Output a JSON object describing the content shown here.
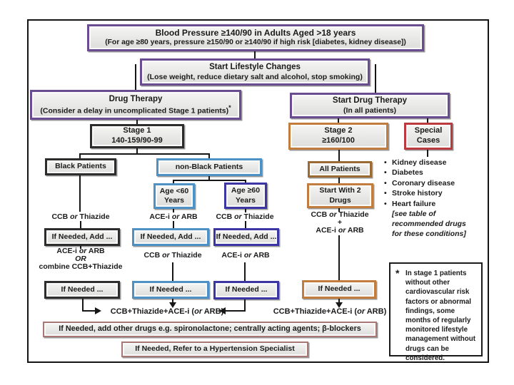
{
  "boxes": {
    "top": {
      "line1": "Blood Pressure ≥140/90 in Adults Aged >18 years",
      "line2": "(For age ≥80 years, pressure ≥150/90 or ≥140/90 if high risk [diabetes, kidney disease])"
    },
    "lifestyle": {
      "line1": "Start Lifestyle Changes",
      "line2": "(Lose weight, reduce dietary salt and alcohol, stop smoking)"
    },
    "drug_therapy": {
      "line1": "Drug Therapy",
      "line2": "(Consider a delay in uncomplicated Stage 1 patients)",
      "sup": "*"
    },
    "start_drug_therapy": {
      "line1": "Start Drug Therapy",
      "line2": "(In all patients)"
    },
    "stage1": {
      "line1": "Stage 1",
      "line2": "140-159/90-99"
    },
    "stage2": {
      "line1": "Stage 2",
      "line2": "≥160/100"
    },
    "special_cases": {
      "line1": "Special",
      "line2": "Cases"
    },
    "black_patients": {
      "label": "Black Patients"
    },
    "non_black_patients": {
      "label": "non-Black Patients"
    },
    "age_lt60": {
      "line1": "Age <60",
      "line2": "Years"
    },
    "age_ge60": {
      "line1": "Age ≥60",
      "line2": "Years"
    },
    "all_patients": {
      "label": "All Patients"
    },
    "start_with_2": {
      "line1": "Start With 2",
      "line2": "Drugs"
    },
    "if_needed_add": {
      "label": "If Needed, Add ..."
    },
    "if_needed": {
      "label": "If Needed ..."
    },
    "add_other_drugs": {
      "label": "If Needed, add other drugs e.g. spironolactone; centrally acting agents; β-blockers"
    },
    "refer_specialist": {
      "label": "If Needed, Refer to a Hypertension Specialist"
    }
  },
  "drugs": {
    "ccb": {
      "pre": "CCB ",
      "it": "or",
      "post": " Thiazide"
    },
    "ace": {
      "pre": "ACE-i ",
      "it": "or",
      "post": " ARB"
    },
    "or_word": "OR",
    "combine": "combine CCB+Thiazide",
    "plus": "+",
    "triple": {
      "pre": "CCB+Thiazide+ACE-i (",
      "it": "or",
      "post": " ARB)"
    }
  },
  "bullets": {
    "dot": "•",
    "items": [
      "Kidney disease",
      "Diabetes",
      "Coronary disease",
      "Stroke history",
      "Heart failure"
    ],
    "note_lines": [
      "[see table of",
      "recommended drugs",
      "for these conditions]"
    ]
  },
  "footnote": {
    "asterisk": "*",
    "text": "In stage 1 patients without other cardiovascular risk factors or abnormal findings, some months of regularly monitored lifestyle management without drugs can be considered."
  },
  "colors": {
    "purple": "#6a4d90",
    "black": "#2d2d2d",
    "light_blue": "#4e91c4",
    "dark_blue": "#3c36a4",
    "orange": "#c17d3e",
    "brown": "#9c6a33",
    "red": "#bb3a40",
    "maroon_pink": "#a87876",
    "line": "#161616",
    "box_fill": "#e7e7e5"
  }
}
